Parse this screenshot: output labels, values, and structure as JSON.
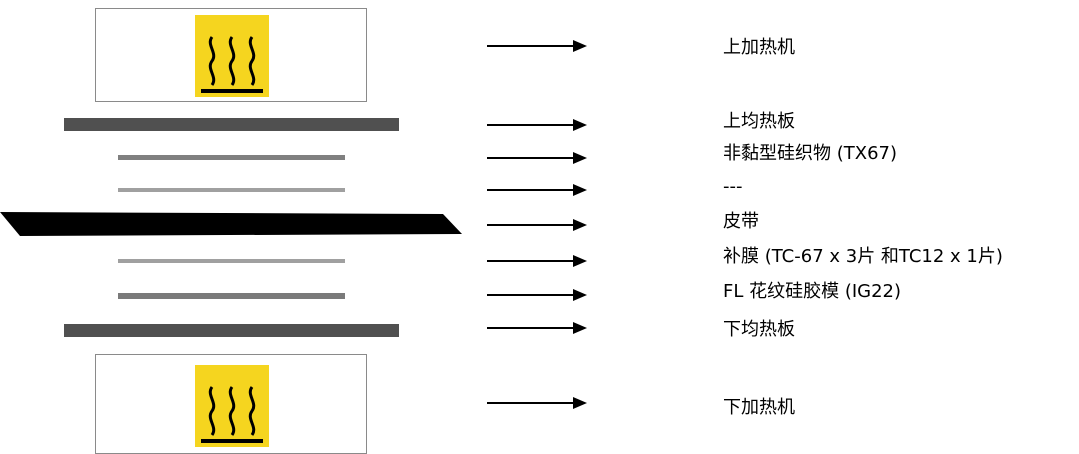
{
  "colors": {
    "heat_icon_bg": "#f5d51f",
    "heat_icon_symbol": "#000000",
    "upper_plate": "#505050",
    "nonstick_fabric": "#808080",
    "thin_film": "#a0a0a0",
    "belt": "#000000",
    "fl_mold": "#7a7a7a",
    "lower_plate": "#505050",
    "arrow": "#000000",
    "heater_border": "#8a8a8a"
  },
  "icons": {
    "heater_symbol": "hot-surface-warning-icon"
  },
  "labels": {
    "upper_heater": "上加热机",
    "upper_plate": "上均热板",
    "nonstick_fabric": "非黏型硅织物 (TX67)",
    "placeholder": "---",
    "belt": "皮带",
    "patch_film": "补膜 (TC-67 x 3片 和TC12 x 1片)",
    "fl_mold": "FL 花纹硅胶模 (IG22)",
    "lower_plate": "下均热板",
    "lower_heater": "下加热机"
  }
}
